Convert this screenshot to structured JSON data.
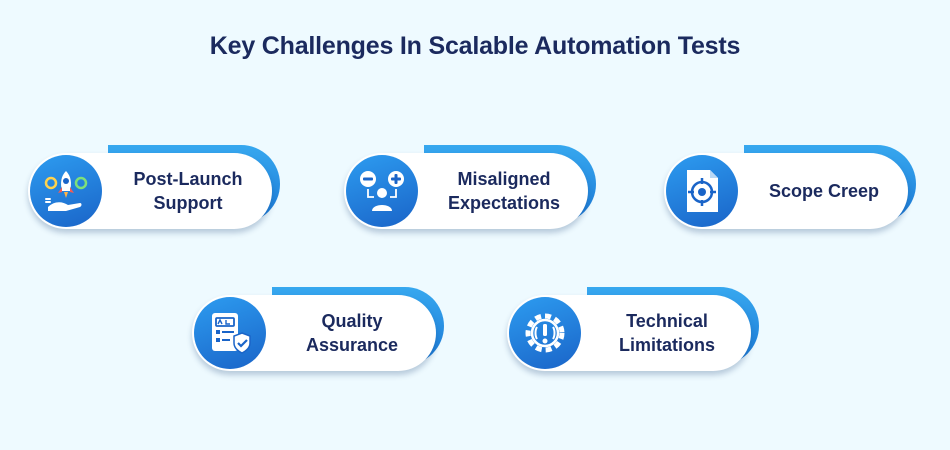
{
  "title": "Key Challenges In Scalable Automation Tests",
  "colors": {
    "background": "#eefaff",
    "title": "#1b2a5e",
    "accent": "#1b78d6",
    "card": "#ffffff"
  },
  "cards": [
    {
      "label": "Post-Launch\nSupport",
      "icon": "rocket-hand-icon"
    },
    {
      "label": "Misaligned\nExpectations",
      "icon": "person-choices-icon"
    },
    {
      "label": "Scope Creep",
      "icon": "target-document-icon"
    },
    {
      "label": "Quality\nAssurance",
      "icon": "qa-shield-icon"
    },
    {
      "label": "Technical\nLimitations",
      "icon": "gear-warning-icon"
    }
  ]
}
